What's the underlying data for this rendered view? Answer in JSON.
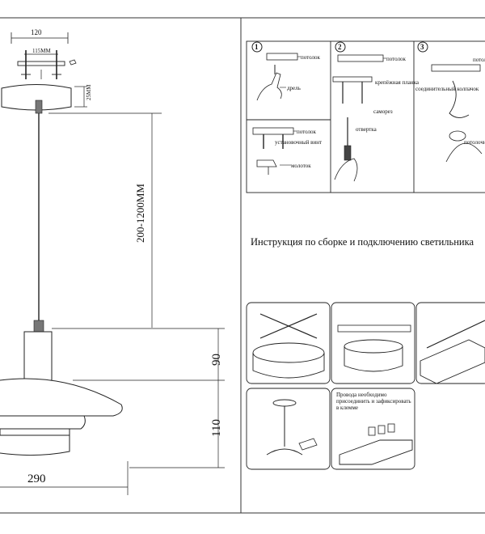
{
  "heading": "Инструкция по сборке и подключению светильника",
  "dimensions": {
    "top_width": "120",
    "mount_spacing": "115MM",
    "canopy_height": "25MM",
    "cable_length": "200-1200MM",
    "body_height": "90",
    "shade_height": "110",
    "shade_width": "290"
  },
  "steps": [
    {
      "number": "1",
      "ceiling": "потолок",
      "tool": "дрель"
    },
    {
      "number": "2",
      "ceiling": "потолок",
      "bracket": "крепёжная планка",
      "screw": "саморез",
      "screwdriver": "отвертка"
    },
    {
      "number": "3",
      "ceiling": "потолок",
      "connector": "соединительный колпачок",
      "cup": "потолочная чаша светильника"
    }
  ],
  "step1b": {
    "ceiling": "потолок",
    "screw": "установочный винт",
    "hammer": "молоток"
  },
  "wiring_note": "Провода необходимо присоединить и зафиксировать в клемме"
}
